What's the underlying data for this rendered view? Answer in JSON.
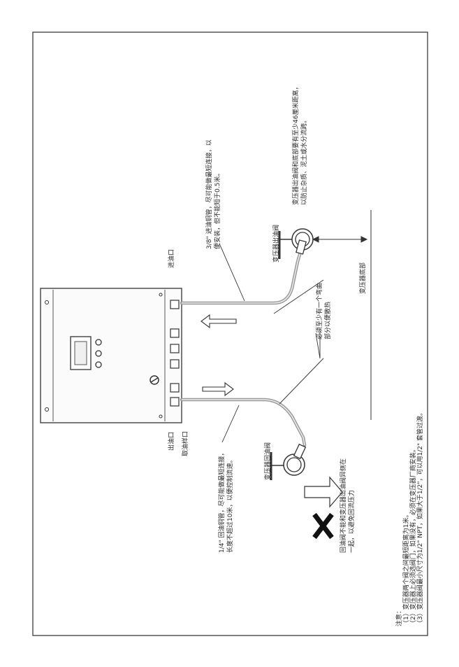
{
  "labels": {
    "inlet_port": "进油口",
    "outlet_port": "出油口",
    "sample_port": "取油样口",
    "transformer_outlet_valve": "变压器出油阀",
    "transformer_return_valve": "变压器回油阀",
    "transformer_bottom": "变压器底部",
    "pipe_38_line1": "3/8\" 进油铜管，尽可能做最短连接，以",
    "pipe_38_line2": "便安装，但不能短于0.5米。",
    "outlet_valve_note_line1": "变压器出油阀和底部要有至少46厘米距离，",
    "outlet_valve_note_line2": "以防止杂质、泥土或水分流跨。",
    "bend_note_line1": "必须至少有一个弯曲",
    "bend_note_line2": "部分以便散热",
    "pipe_14_line1": "1/4\" 回油铜管，尽可能做最短连接，",
    "pipe_14_line2": "长度不超过10米，以便控制流速。",
    "return_valve_note_line1": "回油阀不能和变压器出油阀异侧在",
    "return_valve_note_line2": "一起，以避免回流压力"
  },
  "notes": {
    "title": "注意：",
    "items": [
      "（1）变压器两个阀之间最短距离为1米。",
      "（2）变压器上必须选阀门，如果没有，必须在变压器厂商安装。",
      "（3）变压器阀最小尺寸为1/2\" NPT，如果大于1/2\"，可以用1/2\" 套管过渡。"
    ]
  },
  "colors": {
    "pipe": "#9a9a9a",
    "line": "#333333",
    "frame": "#555555"
  }
}
